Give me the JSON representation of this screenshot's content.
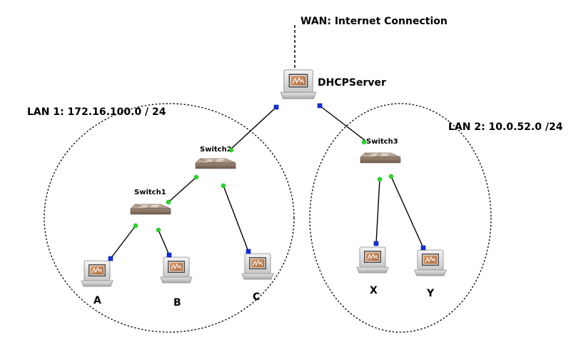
{
  "diagram": {
    "wan_label": "WAN: Internet Connection",
    "lans": [
      {
        "id": "lan1",
        "label": "LAN 1: 172.16.100.0 / 24"
      },
      {
        "id": "lan2",
        "label": "LAN 2: 10.0.52.0 /24"
      }
    ],
    "server": {
      "label": "DHCPServer"
    },
    "switches": [
      {
        "id": "switch1",
        "label": "Switch1"
      },
      {
        "id": "switch2",
        "label": "Switch2"
      },
      {
        "id": "switch3",
        "label": "Switch3"
      }
    ],
    "hosts": [
      {
        "id": "host-a",
        "label": "A"
      },
      {
        "id": "host-b",
        "label": "B"
      },
      {
        "id": "host-c",
        "label": "C"
      },
      {
        "id": "host-x",
        "label": "X"
      },
      {
        "id": "host-y",
        "label": "Y"
      }
    ],
    "colors": {
      "host_port": "#1030e0",
      "switch_port": "#22dd22",
      "screen": "#c98a55",
      "switch_body": "#a89280"
    }
  }
}
